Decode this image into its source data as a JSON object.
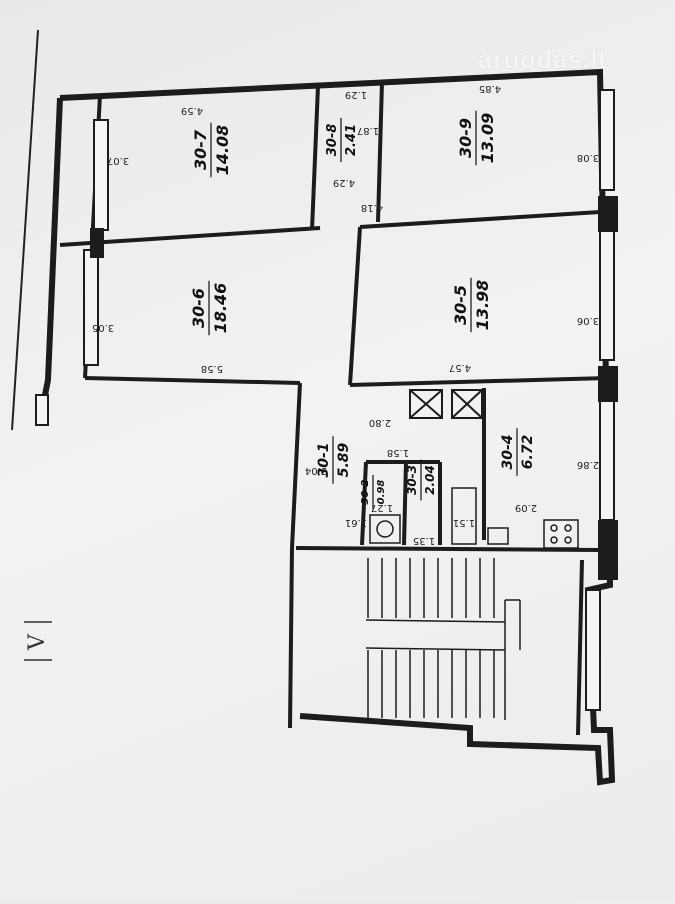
{
  "watermark": "aruodas.lt",
  "plan_section": "V",
  "rooms": [
    {
      "id": "30-7",
      "area": "14.08"
    },
    {
      "id": "30-8",
      "area": "2.41"
    },
    {
      "id": "30-9",
      "area": "13.09"
    },
    {
      "id": "30-6",
      "area": "18.46"
    },
    {
      "id": "30-5",
      "area": "13.98"
    },
    {
      "id": "30-1",
      "area": "5.89"
    },
    {
      "id": "30-2",
      "area": "0.98"
    },
    {
      "id": "30-3",
      "area": "2.04"
    },
    {
      "id": "30-4",
      "area": "6.72"
    }
  ],
  "dimensions": {
    "r7_top": "4.59",
    "r7_left": "3.07",
    "r8_top": "1.29",
    "r8_right": "1.87",
    "r8_bottom": "4.29",
    "r8_low": "4.18",
    "r9_top": "4.85",
    "r9_right": "3.08",
    "r6_left": "3.05",
    "r6_bottom": "5.58",
    "r5_right": "3.06",
    "r5_bottom": "4.57",
    "r1_top": "2.80",
    "r1_left": "3.04",
    "r1_small": "1.58",
    "r1_bottom": "1.61",
    "r2": "1.27",
    "r3_bottom": "1.35",
    "r3_side": "1.51",
    "r4_right": "2.86",
    "r4_bottom": "2.09"
  }
}
